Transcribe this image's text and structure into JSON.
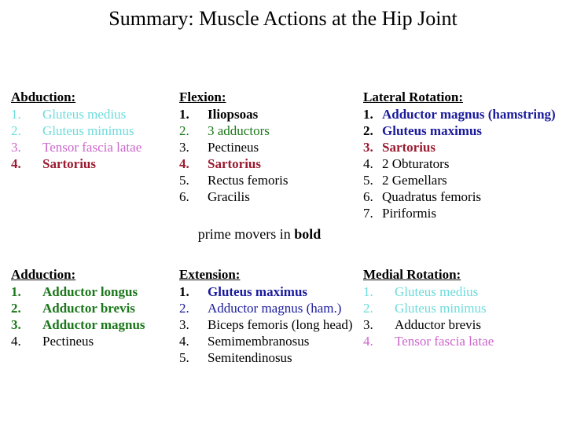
{
  "title": "Summary: Muscle Actions at the Hip Joint",
  "note": {
    "prefix": "prime movers in ",
    "bold_word": "bold"
  },
  "colors": {
    "black": "#000000",
    "teal": "#6EDCDC",
    "magenta": "#CC66CC",
    "red": "#9B1B30",
    "blue": "#1A1A9C",
    "green": "#1B771B"
  },
  "background": "#FFFFFF",
  "sections": [
    {
      "heading": "Abduction:",
      "items": [
        {
          "n": "1.",
          "t": "Gluteus medius",
          "c": "teal",
          "b": false,
          "nc": "teal",
          "nb": false
        },
        {
          "n": "2.",
          "t": "Gluteus minimus",
          "c": "teal",
          "b": false,
          "nc": "teal",
          "nb": false
        },
        {
          "n": "3.",
          "t": "Tensor fascia latae",
          "c": "magenta",
          "b": false,
          "nc": "magenta",
          "nb": false
        },
        {
          "n": "4.",
          "t": "Sartorius",
          "c": "red",
          "b": true,
          "nc": "red",
          "nb": true
        }
      ]
    },
    {
      "heading": "Flexion:",
      "items": [
        {
          "n": "1.",
          "t": "Iliopsoas",
          "c": "black",
          "b": true,
          "nc": "black",
          "nb": true
        },
        {
          "n": "2.",
          "t": "3 adductors",
          "c": "green",
          "b": false,
          "nc": "green",
          "nb": false
        },
        {
          "n": "3.",
          "t": "Pectineus",
          "c": "black",
          "b": false,
          "nc": "black",
          "nb": false
        },
        {
          "n": "4.",
          "t": "Sartorius",
          "c": "red",
          "b": true,
          "nc": "red",
          "nb": true
        },
        {
          "n": "5.",
          "t": "Rectus femoris",
          "c": "black",
          "b": false,
          "nc": "black",
          "nb": false
        },
        {
          "n": "6.",
          "t": "Gracilis",
          "c": "black",
          "b": false,
          "nc": "black",
          "nb": false
        }
      ]
    },
    {
      "heading": "Lateral Rotation:",
      "items": [
        {
          "n": "1.",
          "t": "Adductor magnus (hamstring)",
          "c": "blue",
          "b": true,
          "nc": "black",
          "nb": true
        },
        {
          "n": "2.",
          "t": "Gluteus maximus",
          "c": "blue",
          "b": true,
          "nc": "black",
          "nb": true
        },
        {
          "n": "3.",
          "t": "Sartorius",
          "c": "red",
          "b": true,
          "nc": "red",
          "nb": true
        },
        {
          "n": "4.",
          "t": "2 Obturators",
          "c": "black",
          "b": false,
          "nc": "black",
          "nb": false
        },
        {
          "n": "5.",
          "t": "2 Gemellars",
          "c": "black",
          "b": false,
          "nc": "black",
          "nb": false
        },
        {
          "n": "6.",
          "t": "Quadratus femoris",
          "c": "black",
          "b": false,
          "nc": "black",
          "nb": false
        },
        {
          "n": "7.",
          "t": "Piriformis",
          "c": "black",
          "b": false,
          "nc": "black",
          "nb": false
        }
      ]
    },
    {
      "heading": "Adduction:",
      "items": [
        {
          "n": "1.",
          "t": "Adductor longus",
          "c": "green",
          "b": true,
          "nc": "green",
          "nb": true
        },
        {
          "n": "2.",
          "t": "Adductor brevis",
          "c": "green",
          "b": true,
          "nc": "green",
          "nb": true
        },
        {
          "n": "3.",
          "t": "Adductor magnus",
          "c": "green",
          "b": true,
          "nc": "green",
          "nb": true
        },
        {
          "n": "4.",
          "t": "Pectineus",
          "c": "black",
          "b": false,
          "nc": "black",
          "nb": false
        }
      ]
    },
    {
      "heading": "Extension:",
      "items": [
        {
          "n": "1.",
          "t": "Gluteus maximus",
          "c": "blue",
          "b": true,
          "nc": "black",
          "nb": true
        },
        {
          "n": "2.",
          "t": "Adductor magnus (ham.)",
          "c": "blue",
          "b": false,
          "nc": "blue",
          "nb": false
        },
        {
          "n": "3.",
          "t": "Biceps femoris (long head)",
          "c": "black",
          "b": false,
          "nc": "black",
          "nb": false
        },
        {
          "n": "4.",
          "t": "Semimembranosus",
          "c": "black",
          "b": false,
          "nc": "black",
          "nb": false
        },
        {
          "n": "5.",
          "t": "Semitendinosus",
          "c": "black",
          "b": false,
          "nc": "black",
          "nb": false
        }
      ]
    },
    {
      "heading": "Medial Rotation:",
      "items": [
        {
          "n": "1.",
          "t": "Gluteus medius",
          "c": "teal",
          "b": false,
          "nc": "teal",
          "nb": false
        },
        {
          "n": "2.",
          "t": "Gluteus minimus",
          "c": "teal",
          "b": false,
          "nc": "teal",
          "nb": false
        },
        {
          "n": "3.",
          "t": "Adductor brevis",
          "c": "black",
          "b": false,
          "nc": "black",
          "nb": false
        },
        {
          "n": "4.",
          "t": "Tensor fascia latae",
          "c": "magenta",
          "b": false,
          "nc": "magenta",
          "nb": false
        }
      ]
    }
  ]
}
